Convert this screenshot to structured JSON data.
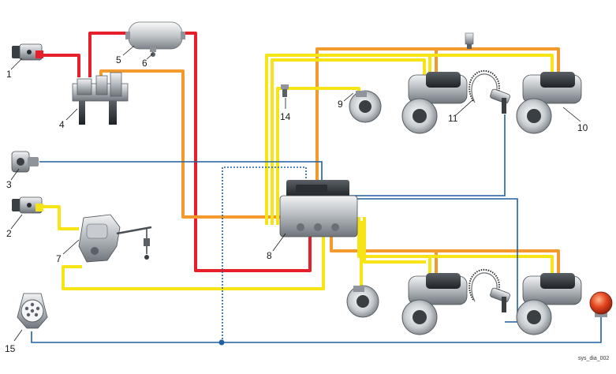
{
  "colors": {
    "supply_red": "#e5202a",
    "control_orange": "#f29a2e",
    "brake_yellow": "#f7e417",
    "signal_blue": "#1f5fa0",
    "component_grey": "#8e9499"
  },
  "callouts": {
    "c1": "1",
    "c2": "2",
    "c3": "3",
    "c4": "4",
    "c5": "5",
    "c6": "6",
    "c7": "7",
    "c8": "8",
    "c9": "9",
    "c10": "10",
    "c11": "11",
    "c14": "14",
    "c15": "15"
  },
  "figure_code": "sys_dia_002",
  "icons": {
    "coupling_head": "coupling-head-icon",
    "air_tank": "air-tank-icon",
    "drain_valve": "drain-valve-icon",
    "relay_valve": "relay-valve-icon",
    "load_sensing_valve": "load-sensing-valve-icon",
    "ebs_modulator": "ebs-modulator-icon",
    "pressure_sensor": "pressure-sensor-icon",
    "brake_chamber": "brake-chamber-icon",
    "wheel_speed_sensor": "wheel-speed-sensor-icon",
    "electrical_socket": "electrical-socket-icon",
    "warning_lamp": "warning-lamp-icon"
  }
}
